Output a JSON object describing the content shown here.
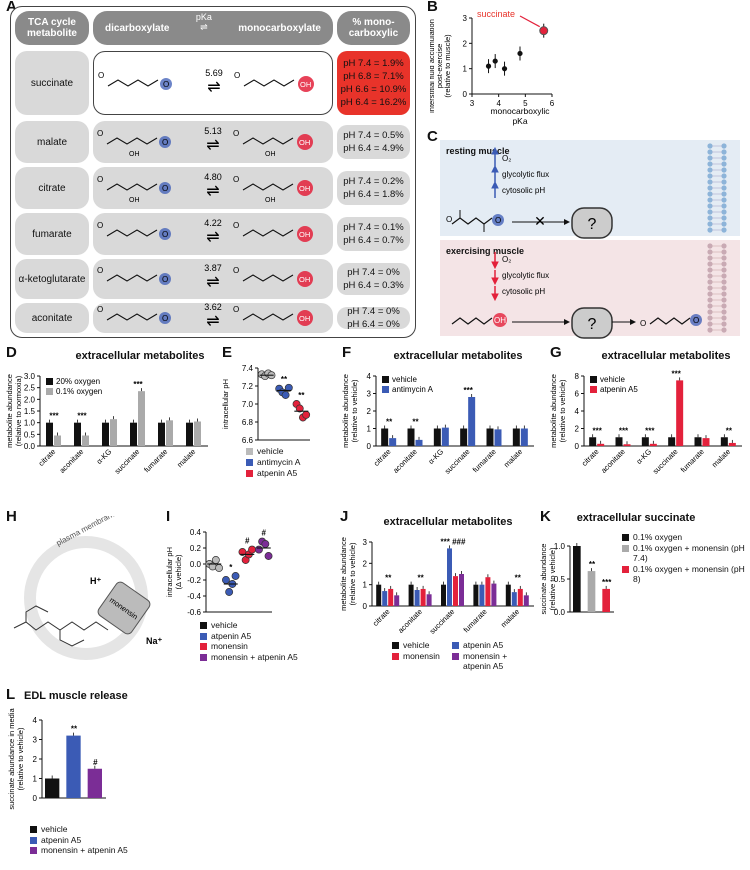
{
  "panelA": {
    "label": "A",
    "headers": {
      "metabolite": "TCA cycle metabolite",
      "dicarb": "dicarboxylate",
      "pka": "pKa",
      "monocarb": "monocarboxylate",
      "pct": "% mono-carboxylic"
    },
    "rows": [
      {
        "name": "succinate",
        "pka": "5.69",
        "pct": [
          "pH 7.4 = 1.9%",
          "pH 6.8 = 7.1%",
          "pH 6.6 = 10.9%",
          "pH 6.4 = 16.2%"
        ]
      },
      {
        "name": "malate",
        "pka": "5.13",
        "pct": [
          "pH 7.4 = 0.5%",
          "pH 6.4 = 4.9%"
        ]
      },
      {
        "name": "citrate",
        "pka": "4.80",
        "pct": [
          "pH 7.4 = 0.2%",
          "pH 6.4 = 1.8%"
        ]
      },
      {
        "name": "fumarate",
        "pka": "4.22",
        "pct": [
          "pH 7.4 = 0.1%",
          "pH 6.4 = 0.7%"
        ]
      },
      {
        "name": "α-ketoglutarate",
        "pka": "3.87",
        "pct": [
          "pH 7.4 = 0%",
          "pH 6.4 = 0.3%"
        ]
      },
      {
        "name": "aconitate",
        "pka": "3.62",
        "pct": [
          "pH 7.4 = 0%",
          "pH 6.4 = 0%"
        ]
      }
    ],
    "atoms": {
      "o_minus": "O",
      "oh": "OH",
      "oh_sub": "OH",
      "o": "O"
    }
  },
  "panelB": {
    "label": "B",
    "annotation": "succinate",
    "ylabel": "interstitial fluid accumulation post-exercise (relative to muscle)",
    "xlabel": "monocarboxylic pKa"
  },
  "panelC": {
    "label": "C",
    "resting": "resting muscle",
    "exercising": "exercising muscle",
    "o2": "O₂",
    "flux": "glycolytic flux",
    "ph": "cytosolic pH",
    "q": "?"
  },
  "panelD": {
    "label": "D",
    "title": "extracellular metabolites"
  },
  "panelE": {
    "label": "E",
    "ylabel": "intracellular pH",
    "legend": [
      "vehicle",
      "antimycin A",
      "atpenin A5"
    ]
  },
  "panelF": {
    "label": "F",
    "title": "extracellular metabolites"
  },
  "panelG": {
    "label": "G",
    "title": "extracellular metabolites"
  },
  "panelH": {
    "label": "H",
    "membrane": "plasma membrane",
    "drug": "monensin",
    "h": "H⁺",
    "na": "Na⁺"
  },
  "panelI": {
    "label": "I",
    "ylabel": "intracellular pH (Δ vehicle)",
    "legend": [
      "vehicle",
      "atpenin A5",
      "monensin",
      "monensin + atpenin A5"
    ]
  },
  "panelJ": {
    "label": "J",
    "title": "extracellular metabolites"
  },
  "panelK": {
    "label": "K",
    "title": "extracellular succinate"
  },
  "panelL": {
    "label": "L",
    "title": "EDL muscle release",
    "legend": [
      "vehicle",
      "atpenin A5",
      "monensin + atpenin A5"
    ]
  },
  "colors": {
    "black": "#111111",
    "gray": "#aaaaaa",
    "blue": "#3b5bb5",
    "red": "#e3213b",
    "purple": "#7b2d96",
    "hl": "#e8332a"
  },
  "chart_data": [
    {
      "panel": "B",
      "type": "scatter",
      "ylabel": "interstitial fluid accumulation post-exercise (relative to muscle)",
      "xlabel": "monocarboxylic pKa",
      "x": [
        3.62,
        3.87,
        4.22,
        4.8,
        5.69
      ],
      "y": [
        1.1,
        1.3,
        1.0,
        1.6,
        2.5
      ],
      "xlim": [
        3,
        6
      ],
      "ylim": [
        0,
        3
      ],
      "xticks": [
        "3",
        "4",
        "5",
        "6"
      ],
      "yticks": [
        "0",
        "1",
        "2",
        "3"
      ]
    },
    {
      "panel": "D",
      "type": "bar",
      "title": "extracellular metabolites",
      "ylabel": "metabolite abundance (relative to normoxia)",
      "categories": [
        "citrate",
        "aconitate",
        "α-KG",
        "succinate",
        "fumarate",
        "malate"
      ],
      "series": [
        {
          "name": "20% oxygen",
          "values": [
            1.0,
            1.0,
            1.0,
            1.0,
            1.0,
            1.0
          ]
        },
        {
          "name": "0.1% oxygen",
          "values": [
            0.45,
            0.45,
            1.15,
            2.35,
            1.1,
            1.05
          ]
        }
      ],
      "ylim": [
        0,
        3
      ],
      "yticks": [
        "0.0",
        "0.5",
        "1.0",
        "1.5",
        "2.0",
        "2.5",
        "3.0"
      ],
      "sig": [
        "***",
        "***",
        "",
        "***",
        "",
        ""
      ]
    },
    {
      "panel": "E",
      "type": "scatter",
      "ylabel": "intracellular pH",
      "groups": [
        "vehicle",
        "antimycin A",
        "atpenin A5"
      ],
      "values": [
        [
          7.33,
          7.31,
          7.34,
          7.32
        ],
        [
          7.17,
          7.13,
          7.1,
          7.18
        ],
        [
          7.0,
          6.95,
          6.85,
          6.88
        ]
      ],
      "means": [
        7.32,
        7.15,
        6.92
      ],
      "ylim": [
        6.6,
        7.4
      ],
      "yticks": [
        "6.6",
        "6.8",
        "7.0",
        "7.2",
        "7.4"
      ],
      "sig": [
        "",
        "**",
        "**"
      ]
    },
    {
      "panel": "F",
      "type": "bar",
      "title": "extracellular metabolites",
      "ylabel": "metabolite abundance (relative to vehicle)",
      "categories": [
        "citrate",
        "aconitate",
        "α-KG",
        "succinate",
        "fumarate",
        "malate"
      ],
      "series": [
        {
          "name": "vehicle",
          "values": [
            1,
            1,
            1,
            1,
            1,
            1
          ]
        },
        {
          "name": "antimycin A",
          "values": [
            0.45,
            0.35,
            1.05,
            2.8,
            0.95,
            1.0
          ]
        }
      ],
      "ylim": [
        0,
        4
      ],
      "yticks": [
        "0",
        "1",
        "2",
        "3",
        "4"
      ],
      "sig": [
        "**",
        "**",
        "",
        "***",
        "",
        ""
      ]
    },
    {
      "panel": "G",
      "type": "bar",
      "title": "extracellular metabolites",
      "ylabel": "metabolite abundance (relative to vehicle)",
      "categories": [
        "citrate",
        "aconitate",
        "α-KG",
        "succinate",
        "fumarate",
        "malate"
      ],
      "series": [
        {
          "name": "vehicle",
          "values": [
            1,
            1,
            1,
            1,
            1,
            1
          ]
        },
        {
          "name": "atpenin A5",
          "values": [
            0.25,
            0.2,
            0.25,
            7.5,
            0.9,
            0.35
          ]
        }
      ],
      "ylim": [
        0,
        8
      ],
      "yticks": [
        "0",
        "2",
        "4",
        "6",
        "8"
      ],
      "sig": [
        "***",
        "***",
        "***",
        "***",
        "",
        "**"
      ]
    },
    {
      "panel": "I",
      "type": "scatter",
      "ylabel": "intracellular pH (Δ vehicle)",
      "groups": [
        "vehicle",
        "atpenin A5",
        "monensin",
        "monensin + atpenin A5"
      ],
      "values": [
        [
          0.0,
          -0.03,
          0.05,
          -0.05
        ],
        [
          -0.2,
          -0.35,
          -0.25,
          -0.15
        ],
        [
          0.15,
          0.05,
          0.12,
          0.18
        ],
        [
          0.18,
          0.28,
          0.25,
          0.1
        ]
      ],
      "means": [
        0.0,
        -0.25,
        0.12,
        0.2
      ],
      "ylim": [
        -0.6,
        0.4
      ],
      "yticks": [
        "-0.6",
        "-0.4",
        "-0.2",
        "0.0",
        "0.2",
        "0.4"
      ],
      "sig": [
        "",
        "*",
        "#",
        "#"
      ]
    },
    {
      "panel": "J",
      "type": "bar",
      "title": "extracellular metabolites",
      "ylabel": "metabolite abundance (relative to vehicle)",
      "categories": [
        "citrate",
        "aconitate",
        "succinate",
        "fumarate",
        "malate"
      ],
      "series": [
        {
          "name": "vehicle",
          "values": [
            1,
            1,
            1,
            1,
            1
          ]
        },
        {
          "name": "atpenin A5",
          "values": [
            0.7,
            0.75,
            2.7,
            1.0,
            0.65
          ]
        },
        {
          "name": "monensin",
          "values": [
            0.8,
            0.8,
            1.4,
            1.35,
            0.8
          ]
        },
        {
          "name": "monensin + atpenin A5",
          "values": [
            0.5,
            0.55,
            1.5,
            1.05,
            0.5
          ]
        }
      ],
      "ylim": [
        0,
        3
      ],
      "yticks": [
        "0",
        "1",
        "2",
        "3"
      ],
      "sig": [
        "**",
        "**",
        "***  ###",
        "",
        "**"
      ]
    },
    {
      "panel": "K",
      "type": "bar",
      "title": "extracellular succinate",
      "ylabel": "succinate abundance (relative to vehicle)",
      "categories": [
        "0.1% oxygen",
        "0.1% oxygen + monensin (pH 7.4)",
        "0.1% oxygen + monensin (pH 8)"
      ],
      "values": [
        1.0,
        0.62,
        0.35
      ],
      "ylim": [
        0,
        1
      ],
      "yticks": [
        "0.0",
        "0.5",
        "1.0"
      ],
      "sig": [
        "",
        "**",
        "***"
      ]
    },
    {
      "panel": "L",
      "type": "bar",
      "title": "EDL muscle release",
      "ylabel": "succinate abundance in media (relative to vehicle)",
      "categories": [
        "vehicle",
        "atpenin A5",
        "monensin + atpenin A5"
      ],
      "values": [
        1.0,
        3.2,
        1.5
      ],
      "ylim": [
        0,
        4
      ],
      "yticks": [
        "0",
        "1",
        "2",
        "3",
        "4"
      ],
      "sig": [
        "",
        "**",
        "#"
      ]
    }
  ]
}
